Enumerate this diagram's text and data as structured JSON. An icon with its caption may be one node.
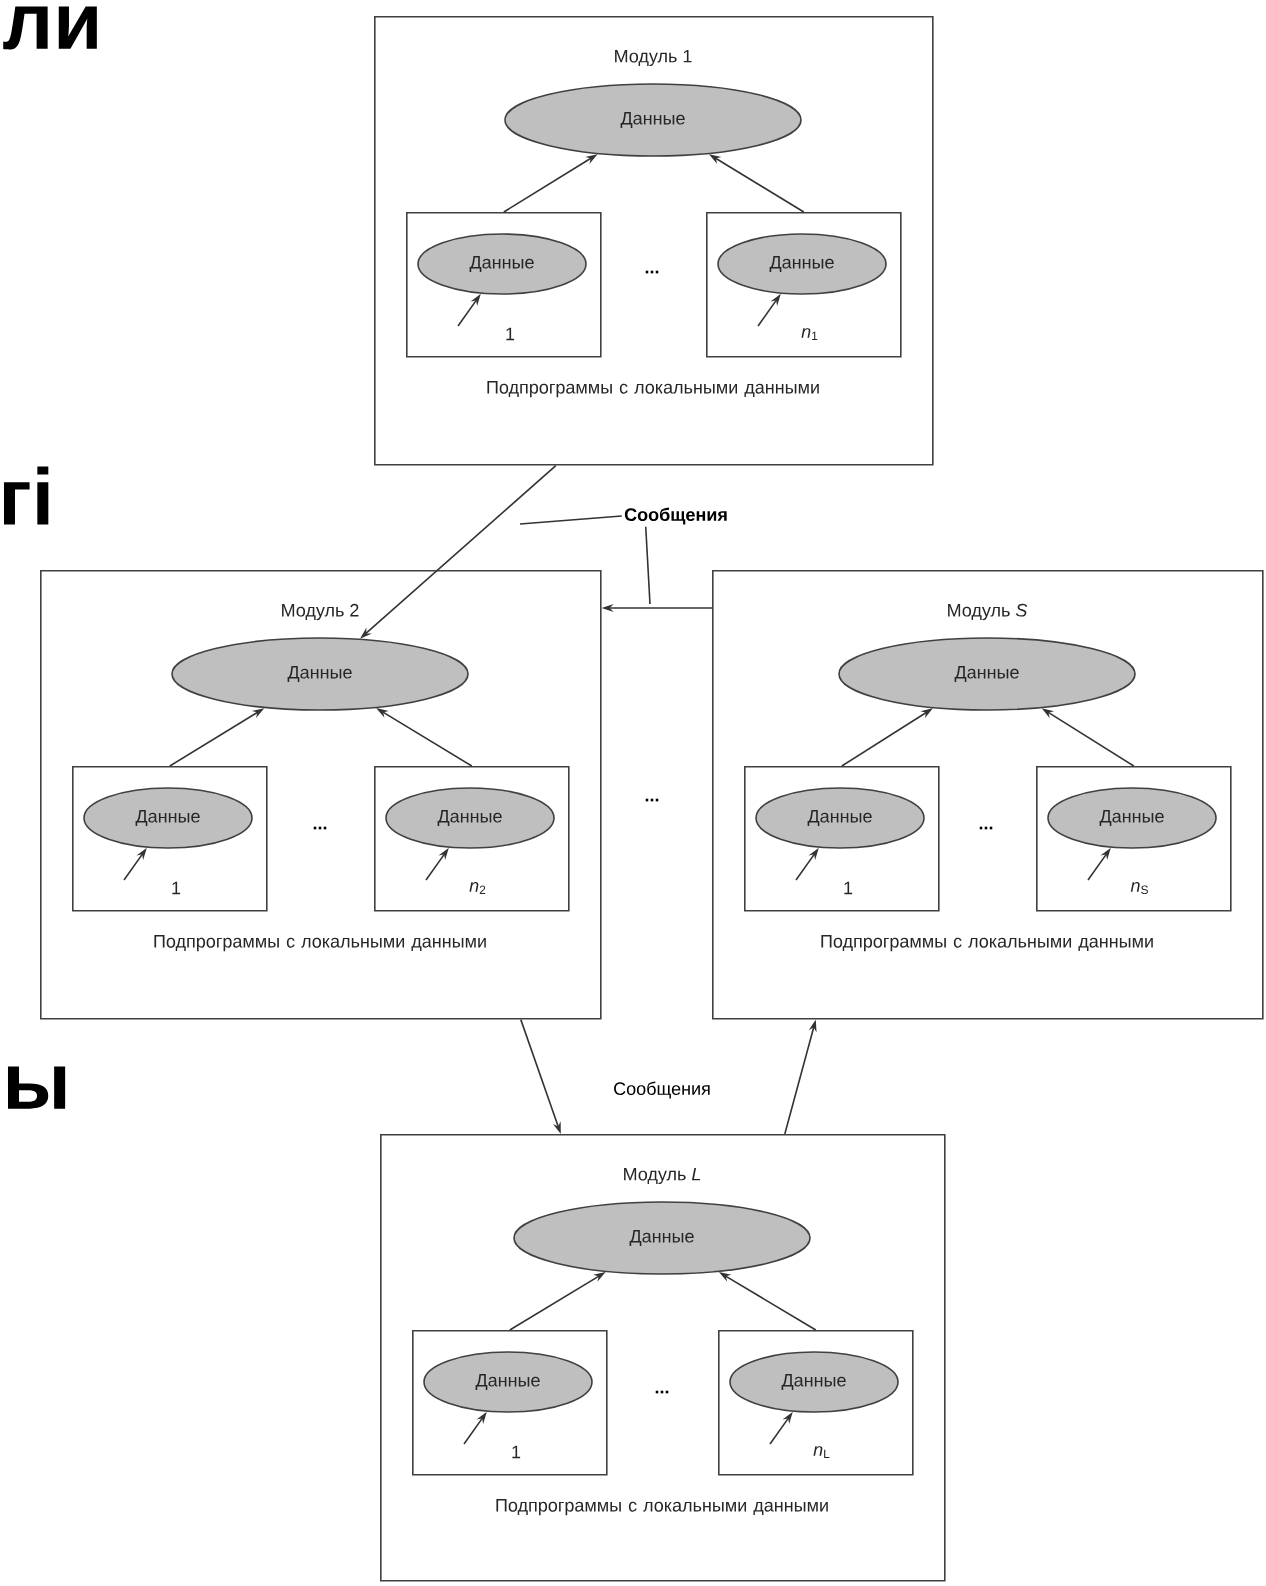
{
  "diagram": {
    "nodes": [
      {
        "text": [
          "Модуль 1",
          "Подпрограммы с локальными данными"
        ]
      },
      {
        "text": [
          "Данные"
        ],
        "in": 0
      },
      {
        "text": [
          "1"
        ],
        "in": 0
      },
      {
        "text": [
          "Данные"
        ],
        "in": 2
      },
      {
        "text": [
          "*n*$_{1}$"
        ],
        "in": 0
      },
      {
        "text": [
          "Данные"
        ],
        "in": 4
      },
      {
        "text": [
          "Модуль 2",
          "Подпрограммы с локальными данными"
        ]
      },
      {
        "text": [
          "Данные"
        ],
        "in": 6
      },
      {
        "text": [
          "1"
        ],
        "in": 6
      },
      {
        "text": [
          "Данные"
        ],
        "in": 8
      },
      {
        "text": [
          "*n*$_{2}$"
        ],
        "in": 6
      },
      {
        "text": [
          "Данные"
        ],
        "in": 10
      },
      {
        "text": [
          "Модуль *S*",
          "Подпрограммы с локальными данными"
        ]
      },
      {
        "text": [
          "Данные"
        ],
        "in": 12
      },
      {
        "text": [
          "1"
        ],
        "in": 12
      },
      {
        "text": [
          "Данные"
        ],
        "in": 14
      },
      {
        "text": [
          "*n*$_{S}$"
        ],
        "in": 12
      },
      {
        "text": [
          "Данные"
        ],
        "in": 16
      },
      {
        "text": [
          "Модуль *L*",
          "Подпрограммы с локальными данными"
        ]
      },
      {
        "text": [
          "Данные"
        ],
        "in": 18
      },
      {
        "text": [
          "1"
        ],
        "in": 18
      },
      {
        "text": [
          "Данные"
        ],
        "in": 20
      },
      {
        "text": [
          "*n*$_{L}$"
        ],
        "in": 18
      },
      {
        "text": [
          "Данные"
        ],
        "in": 22
      },
      {
        "text": [
          "Сообщения"
        ]
      }
    ],
    "edges": [
      {
        "from": 2,
        "to": 1,
        "arrow": "to"
      },
      {
        "from": 4,
        "to": 1,
        "arrow": "to"
      },
      {
        "from": null,
        "to": 3,
        "arrow": "to"
      },
      {
        "from": null,
        "to": 5,
        "arrow": "to"
      },
      {
        "from": 8,
        "to": 7,
        "arrow": "to"
      },
      {
        "from": 10,
        "to": 7,
        "arrow": "to"
      },
      {
        "from": null,
        "to": 9,
        "arrow": "to"
      },
      {
        "from": null,
        "to": 11,
        "arrow": "to"
      },
      {
        "from": 14,
        "to": 13,
        "arrow": "to"
      },
      {
        "from": 16,
        "to": 13,
        "arrow": "to"
      },
      {
        "from": null,
        "to": 15,
        "arrow": "to"
      },
      {
        "from": null,
        "to": 17,
        "arrow": "to"
      },
      {
        "from": 20,
        "to": 19,
        "arrow": "to"
      },
      {
        "from": 22,
        "to": 19,
        "arrow": "to"
      },
      {
        "from": null,
        "to": 21,
        "arrow": "to"
      },
      {
        "from": null,
        "to": 23,
        "arrow": "to"
      },
      {
        "from": 0,
        "to": 7,
        "arrow": "to"
      },
      {
        "from": 12,
        "to": 6,
        "arrow": "to"
      },
      {
        "from": 6,
        "to": 18,
        "arrow": "to"
      },
      {
        "from": 18,
        "to": 12,
        "arrow": "to"
      },
      {
        "from": 24,
        "to": null,
        "arrow": "none"
      },
      {
        "from": 24,
        "to": null,
        "arrow": "none"
      }
    ],
    "labels": [
      "ли",
      "...",
      "гі",
      "...",
      "...",
      "...",
      "ы",
      "Сообщения",
      "..."
    ]
  }
}
